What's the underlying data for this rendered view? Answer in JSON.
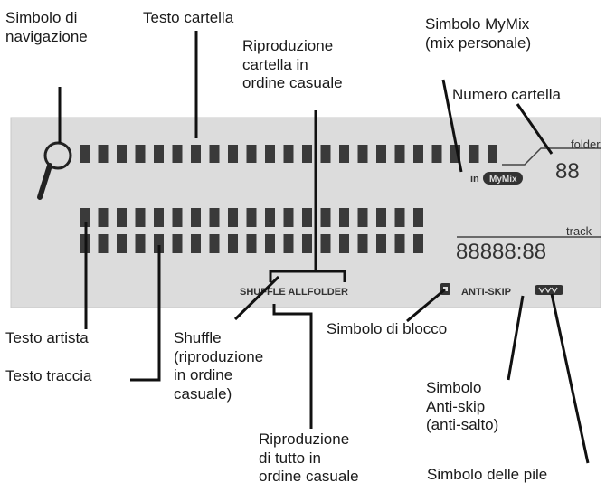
{
  "labels": {
    "nav_symbol": "Simbolo di\nnavigazione",
    "folder_text": "Testo cartella",
    "folder_random": "Riproduzione\ncartella in\nordine casuale",
    "mymix_symbol": "Simbolo MyMix\n(mix personale)",
    "folder_number": "Numero cartella",
    "artist_text": "Testo artista",
    "track_text": "Testo traccia",
    "shuffle": "Shuffle\n(riproduzione\nin ordine\ncasuale)",
    "lock_symbol": "Simbolo di blocco",
    "antiskip_symbol": "Simbolo\nAnti-skip\n(anti-salto)",
    "all_random": "Riproduzione\ndi tutto in\nordine casuale",
    "battery_symbol": "Simbolo delle pile"
  },
  "lcd": {
    "in_label": "in",
    "mymix_badge": "MyMix",
    "folder_label": "folder",
    "folder_digits": "88",
    "track_label": "track",
    "track_digits": "88888:88",
    "shuffle_allfolder": "SHUFFLE ALLFOLDER",
    "antiskip": "ANTI-SKIP"
  },
  "colors": {
    "lcd_bg": "#dcdcdc",
    "segment": "#3a3a3a",
    "line": "#111111"
  }
}
